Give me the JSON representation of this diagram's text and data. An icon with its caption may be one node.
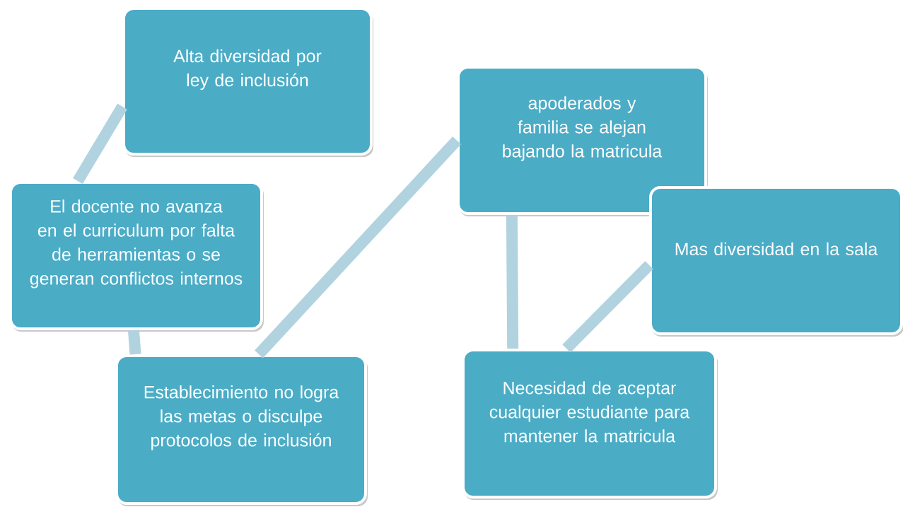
{
  "diagram": {
    "nodes": [
      {
        "text": [
          "Alta diversidad por ley de inclusión"
        ]
      },
      {
        "text": [
          "apoderados y familia se alejan bajando la matricula"
        ]
      },
      {
        "text": [
          "El docente no avanza en el curriculum por falta de herramientas o se generan conflictos internos"
        ]
      },
      {
        "text": [
          "Mas diversidad en la sala"
        ]
      },
      {
        "text": [
          "Establecimiento no logra las metas o disculpe protocolos de inclusión"
        ]
      },
      {
        "text": [
          "Necesidad de aceptar cualquier estudiante para mantener la matricula"
        ]
      }
    ],
    "edges": [
      {
        "from": 0,
        "to": 2,
        "arrow": "none"
      },
      {
        "from": 2,
        "to": 4,
        "arrow": "none"
      },
      {
        "from": 4,
        "to": 1,
        "arrow": "none"
      },
      {
        "from": 1,
        "to": 5,
        "arrow": "none"
      },
      {
        "from": 5,
        "to": 3,
        "arrow": "none"
      }
    ]
  }
}
